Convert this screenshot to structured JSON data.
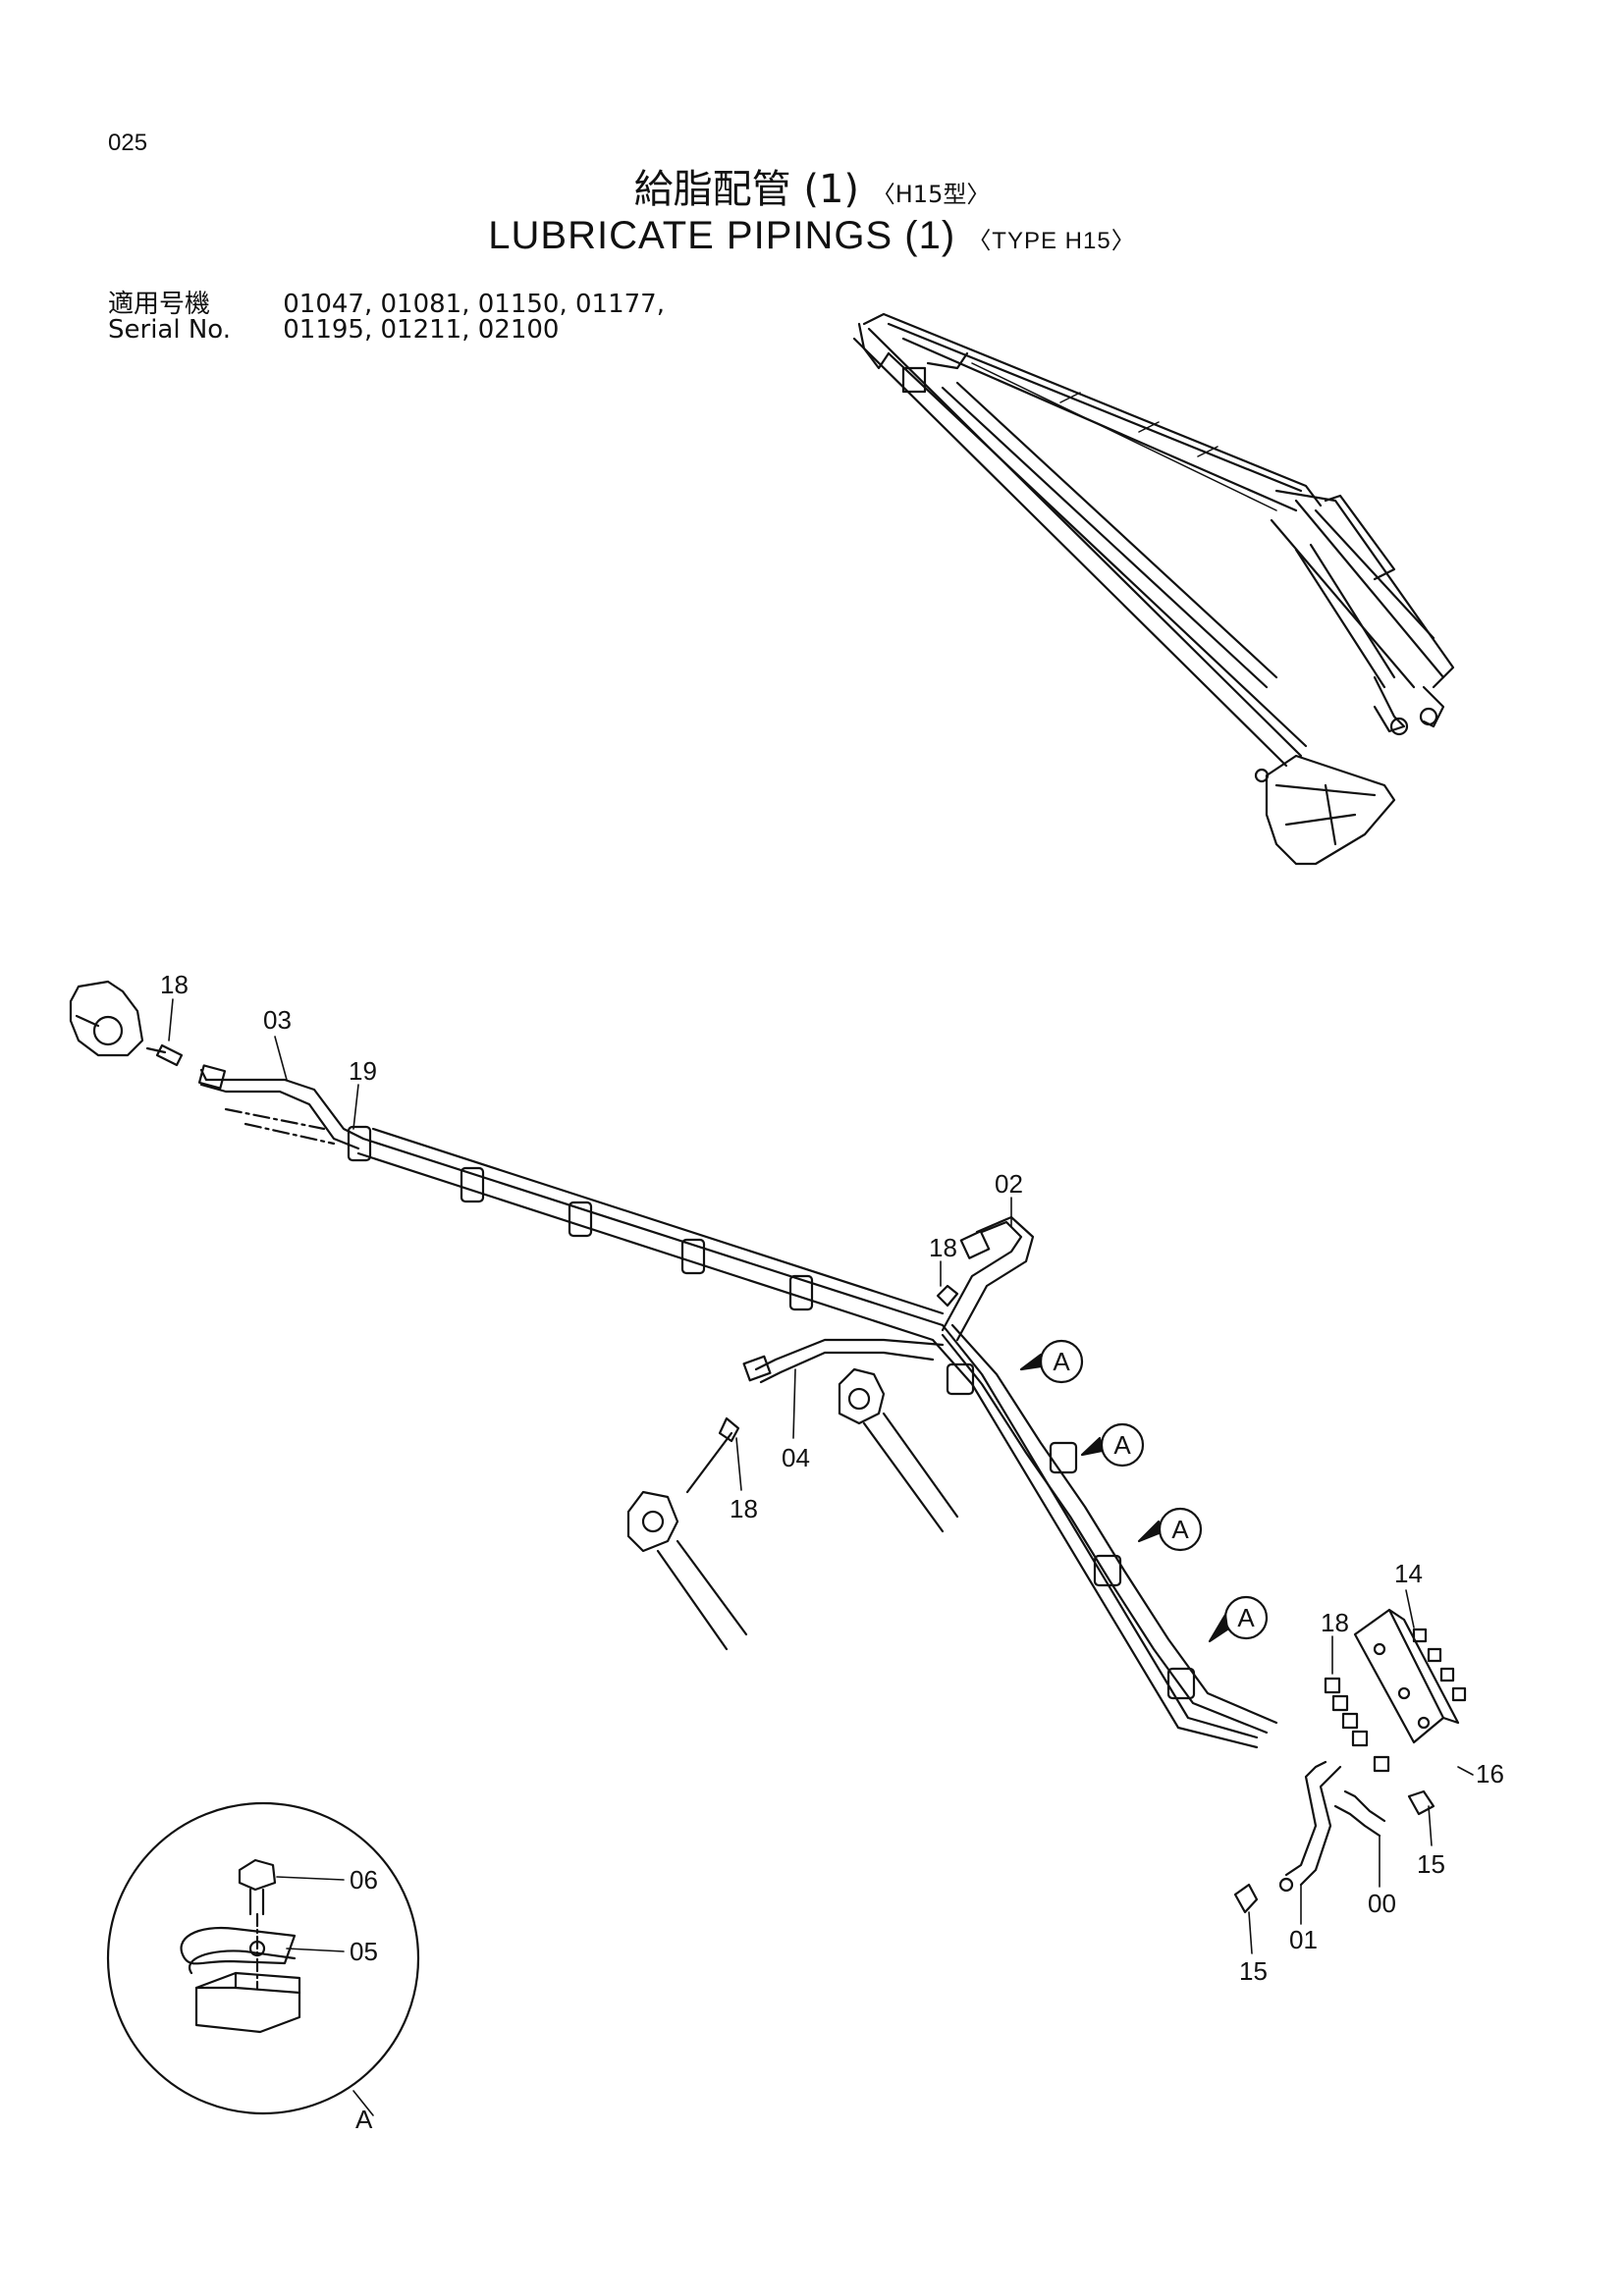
{
  "page_number": "025",
  "title": {
    "jp": "給脂配管 (1)",
    "jp_type": "〈H15型〉",
    "en": "LUBRICATE PIPINGS (1)",
    "en_type": "〈TYPE H15〉"
  },
  "serial": {
    "label_jp": "適用号機",
    "label_en": "Serial No.",
    "line1": "01047, 01081, 01150, 01177,",
    "line2": "01195, 01211, 02100"
  },
  "part_labels": {
    "p18a": "18",
    "p03": "03",
    "p19": "19",
    "p02": "02",
    "p18b": "18",
    "p04": "04",
    "p18c": "18",
    "p18d": "18",
    "p14": "14",
    "p16": "16",
    "p15a": "15",
    "p00": "00",
    "p01": "01",
    "p15b": "15",
    "p06": "06",
    "p05": "05"
  },
  "callout": "A",
  "detail_label": "A"
}
